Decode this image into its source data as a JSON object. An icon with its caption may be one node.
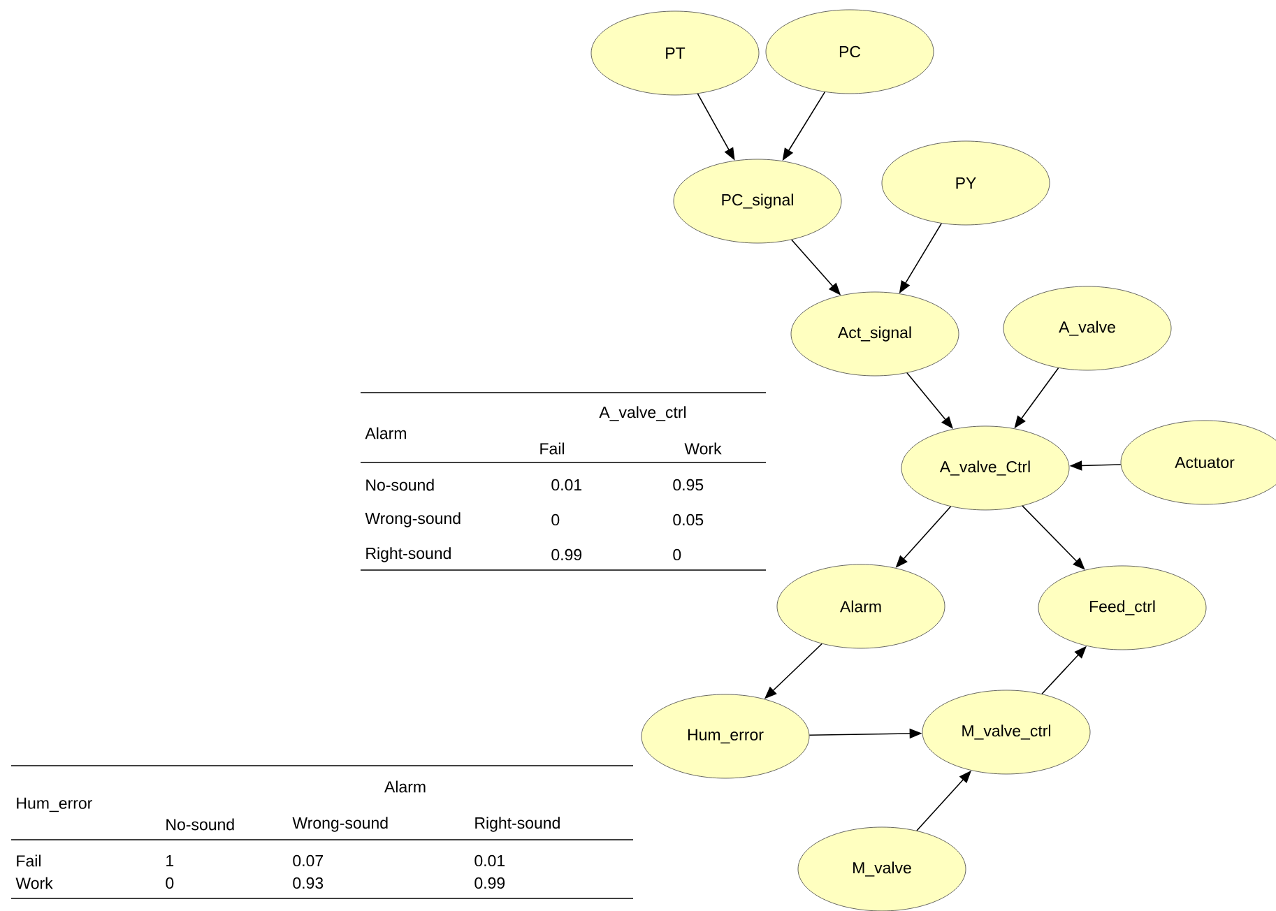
{
  "diagram": {
    "nodes": [
      {
        "text": [
          "PT"
        ]
      },
      {
        "text": [
          "PC"
        ]
      },
      {
        "text": [
          "PC_signal"
        ]
      },
      {
        "text": [
          "PY"
        ]
      },
      {
        "text": [
          "Act_signal"
        ]
      },
      {
        "text": [
          "A_valve"
        ]
      },
      {
        "text": [
          "A_valve_Ctrl"
        ]
      },
      {
        "text": [
          "Actuator"
        ]
      },
      {
        "text": [
          "Alarm"
        ]
      },
      {
        "text": [
          "Feed_ctrl"
        ]
      },
      {
        "text": [
          "Hum_error"
        ]
      },
      {
        "text": [
          "M_valve_ctrl"
        ]
      },
      {
        "text": [
          "M_valve"
        ]
      }
    ],
    "edges": [
      {
        "from": 0,
        "to": 2,
        "arrow": "to"
      },
      {
        "from": 1,
        "to": 2,
        "arrow": "to"
      },
      {
        "from": 2,
        "to": 4,
        "arrow": "to"
      },
      {
        "from": 3,
        "to": 4,
        "arrow": "to"
      },
      {
        "from": 4,
        "to": 6,
        "arrow": "to"
      },
      {
        "from": 5,
        "to": 6,
        "arrow": "to"
      },
      {
        "from": 7,
        "to": 6,
        "arrow": "to"
      },
      {
        "from": 6,
        "to": 8,
        "arrow": "to"
      },
      {
        "from": 6,
        "to": 9,
        "arrow": "to"
      },
      {
        "from": 8,
        "to": 10,
        "arrow": "to"
      },
      {
        "from": 10,
        "to": 11,
        "arrow": "to"
      },
      {
        "from": 11,
        "to": 9,
        "arrow": "to"
      },
      {
        "from": 12,
        "to": 11,
        "arrow": "to"
      }
    ],
    "labels": [
      "Alarm",
      "A_valve_ctrl",
      "Fail",
      "Work",
      "No-sound",
      "0.01",
      "0.95",
      "Wrong-sound",
      "0",
      "0.05",
      "Right-sound",
      "0.99",
      "0",
      "Hum_error",
      "Alarm",
      "No-sound",
      "Wrong-sound",
      "Right-sound",
      "Fail",
      "1",
      "0.07",
      "0.01",
      "Work",
      "0",
      "0.93",
      "0.99"
    ]
  }
}
